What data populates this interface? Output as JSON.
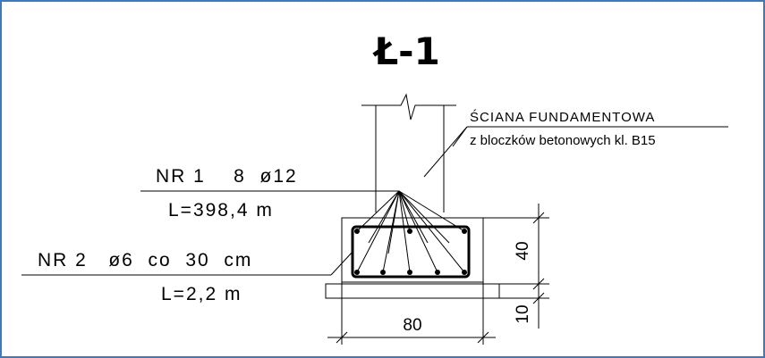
{
  "drawing": {
    "title": "Ł-1",
    "wall_note_line1": "ŚCIANA FUNDAMENTOWA",
    "wall_note_line2": "z bloczków betonowych kl. B15",
    "bar1_label": "NR 1    8  ø12",
    "bar1_length": "L=398,4  m",
    "bar2_label": "NR 2   ø6  co  30  cm",
    "bar2_length": "L=2,2  m",
    "dim_width": "80",
    "dim_height": "40",
    "dim_footing": "10"
  },
  "colors": {
    "frame_border": "#3a78c8",
    "line": "#000000"
  }
}
